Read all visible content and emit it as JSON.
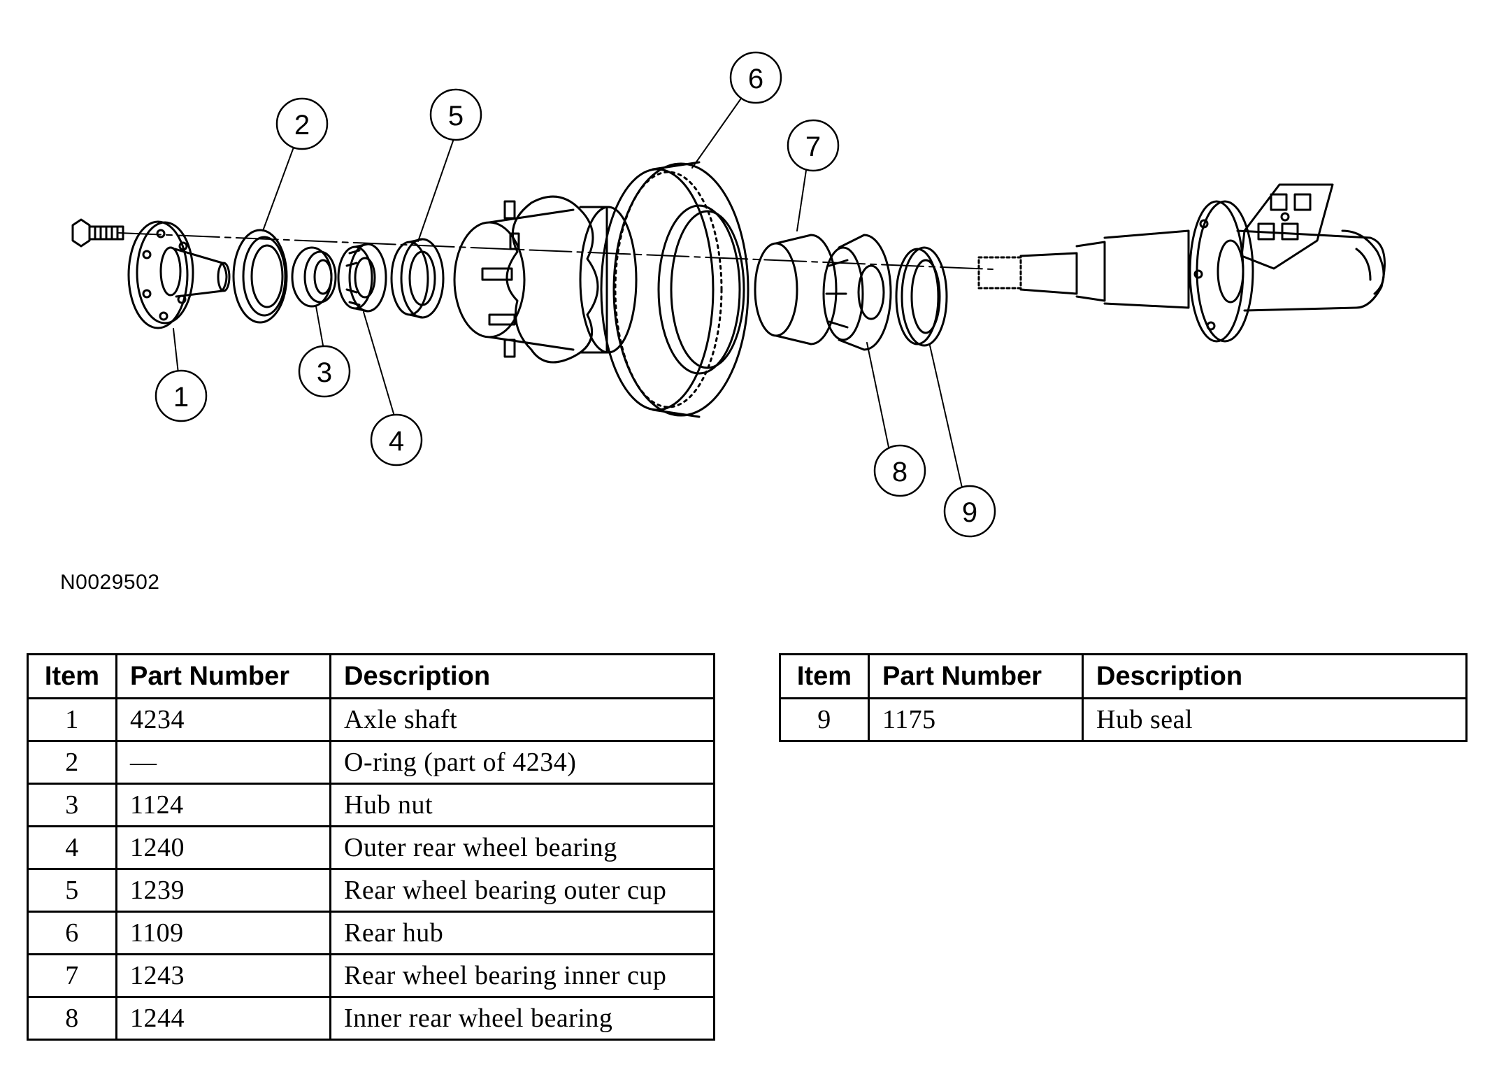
{
  "figure_id": "N0029502",
  "callouts": [
    "1",
    "2",
    "3",
    "4",
    "5",
    "6",
    "7",
    "8",
    "9"
  ],
  "table_headers": {
    "item": "Item",
    "part_number": "Part Number",
    "description": "Description"
  },
  "table_left": [
    {
      "item": "1",
      "part": "4234",
      "desc": "Axle shaft"
    },
    {
      "item": "2",
      "part": "—",
      "desc": "O-ring (part of 4234)"
    },
    {
      "item": "3",
      "part": "1124",
      "desc": "Hub nut"
    },
    {
      "item": "4",
      "part": "1240",
      "desc": "Outer rear wheel bearing"
    },
    {
      "item": "5",
      "part": "1239",
      "desc": "Rear wheel bearing outer cup"
    },
    {
      "item": "6",
      "part": "1109",
      "desc": "Rear hub"
    },
    {
      "item": "7",
      "part": "1243",
      "desc": "Rear wheel bearing inner cup"
    },
    {
      "item": "8",
      "part": "1244",
      "desc": "Inner rear wheel bearing"
    }
  ],
  "table_right": [
    {
      "item": "9",
      "part": "1175",
      "desc": "Hub seal"
    }
  ]
}
